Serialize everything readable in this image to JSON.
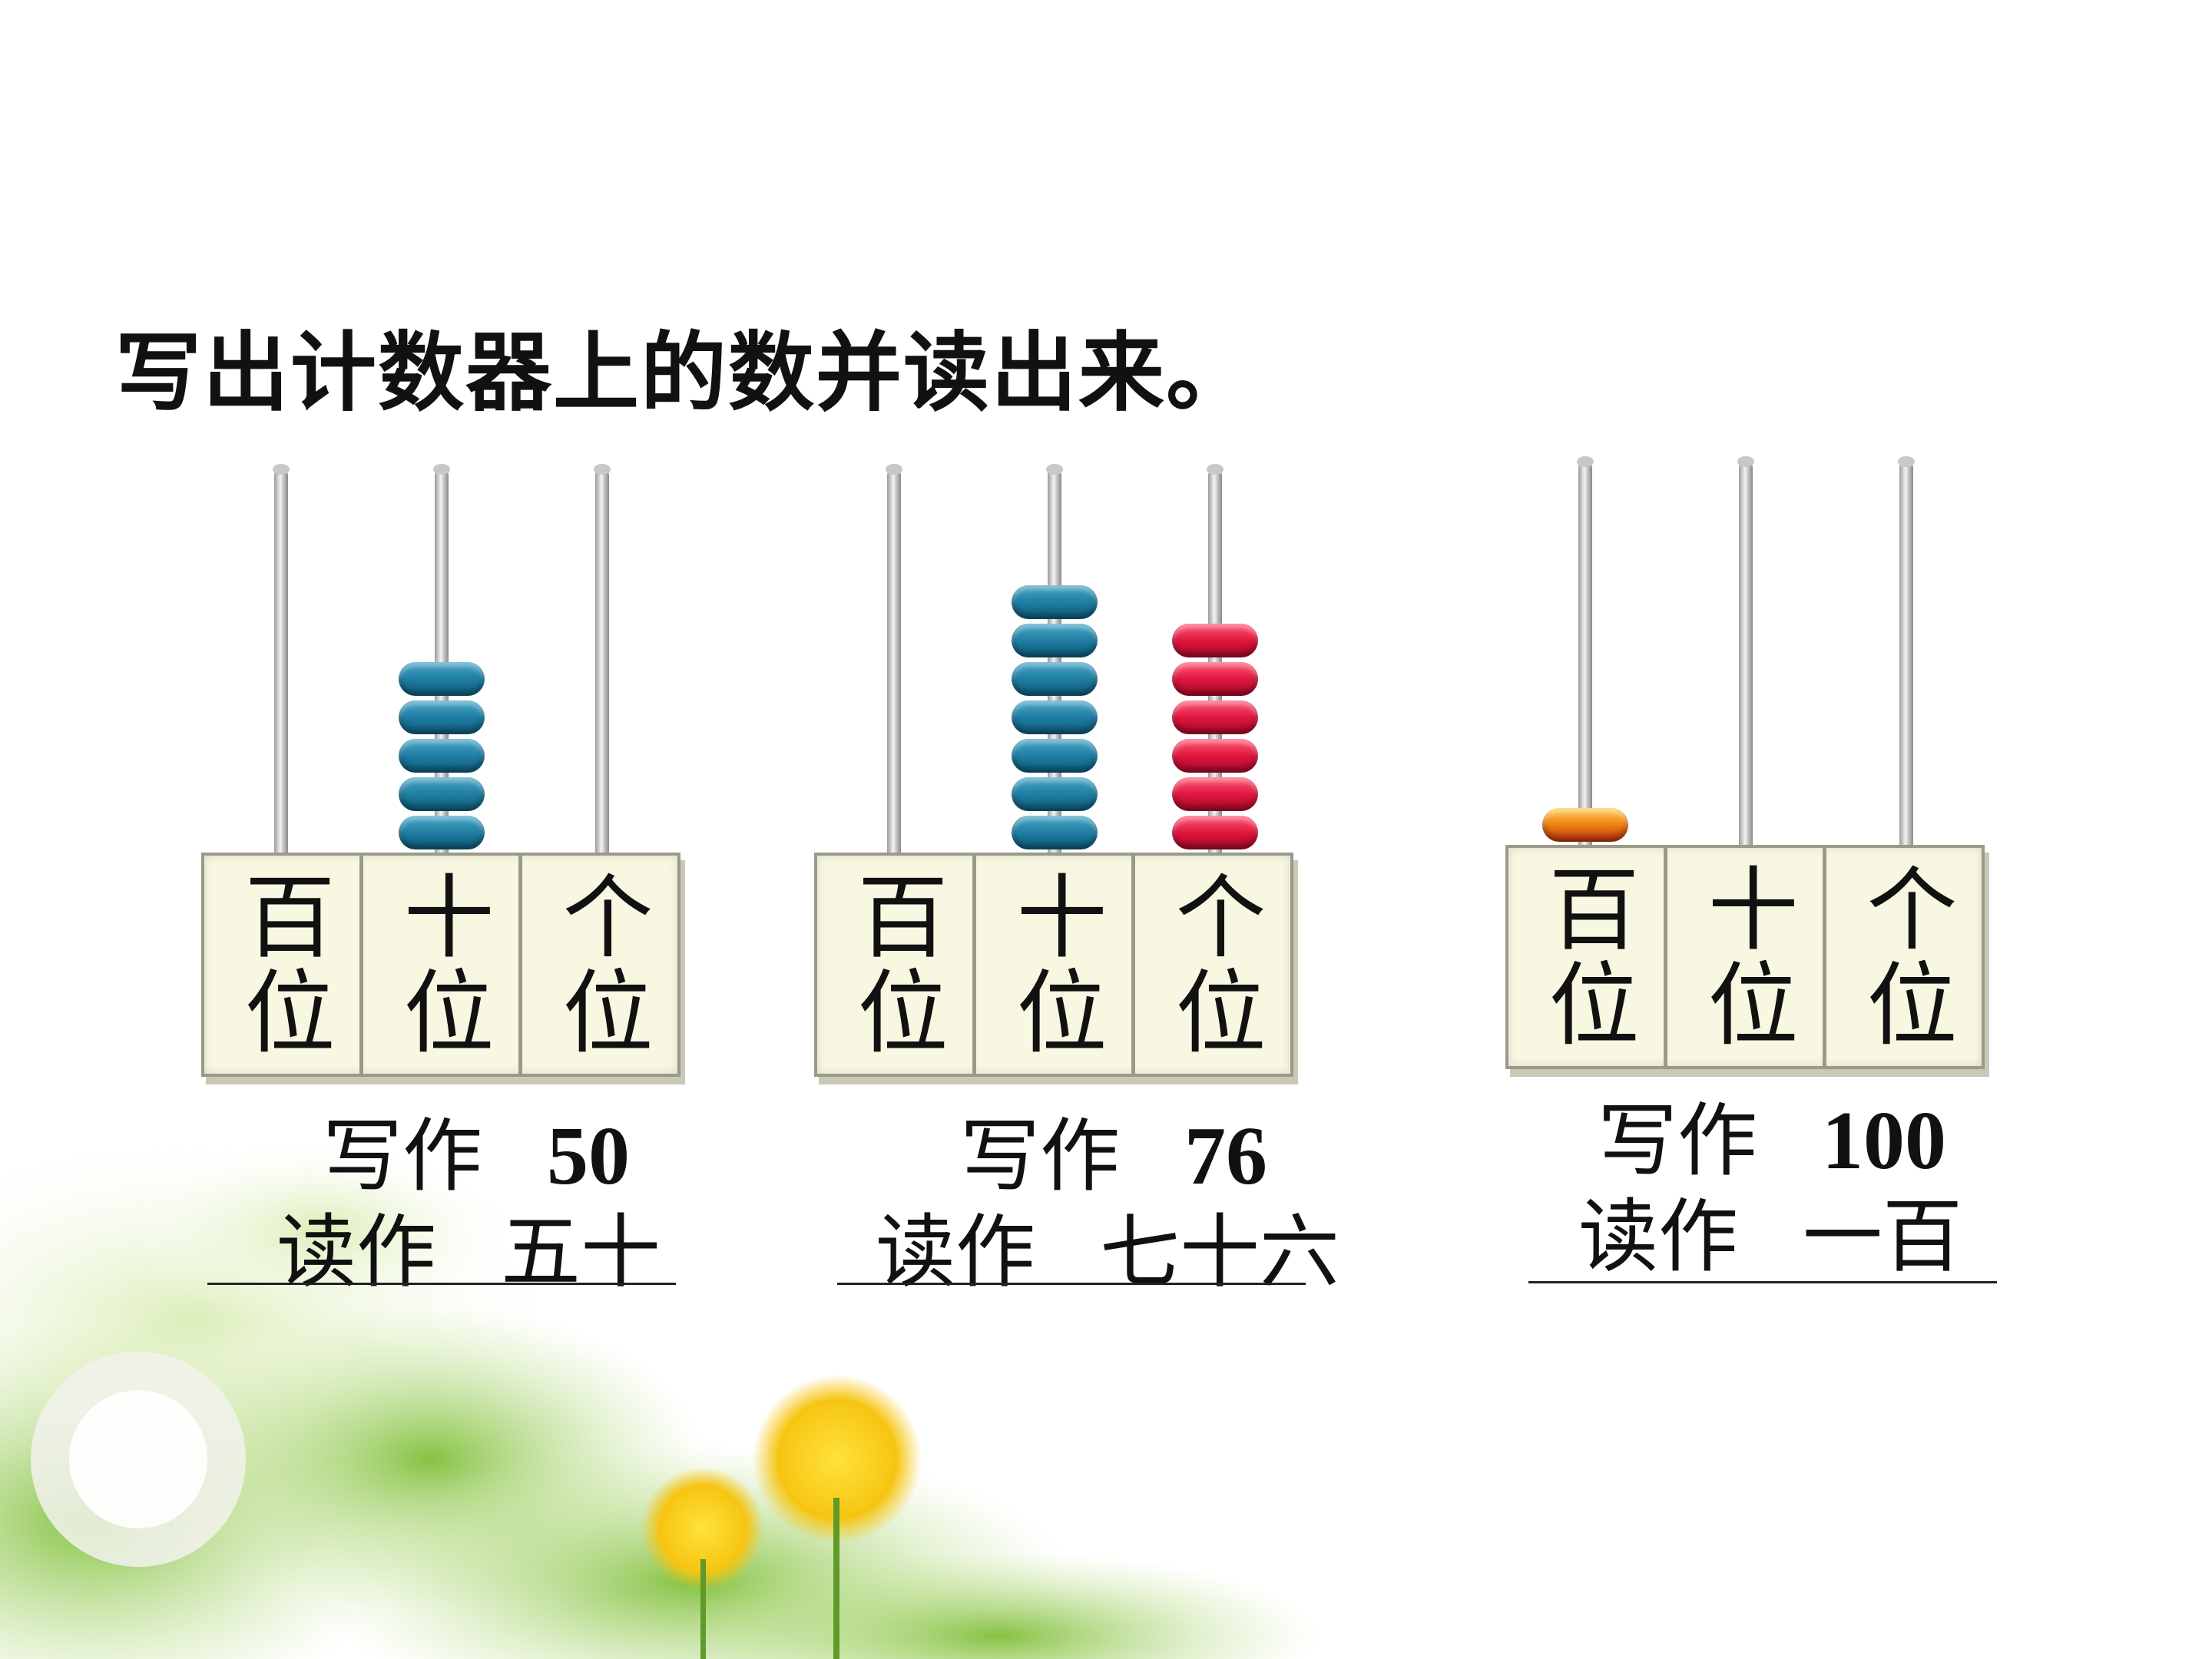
{
  "title": "写出计数器上的数并读出来。",
  "place_labels": {
    "hundreds": "百位",
    "tens": "十位",
    "ones": "个位"
  },
  "labels": {
    "write": "写作",
    "read": "读作"
  },
  "abaci": [
    {
      "beads": {
        "hundreds": 0,
        "tens": 5,
        "ones": 0
      },
      "written": "50",
      "read": "五十"
    },
    {
      "beads": {
        "hundreds": 0,
        "tens": 7,
        "ones": 6
      },
      "written": "76",
      "read": "七十六"
    },
    {
      "beads": {
        "hundreds": 1,
        "tens": 0,
        "ones": 0
      },
      "written": "100",
      "read": "一百"
    }
  ],
  "colors": {
    "tens_bead": "#1f7ea3",
    "ones_bead": "#e0173f",
    "hundreds_bead": "#f08a14"
  }
}
